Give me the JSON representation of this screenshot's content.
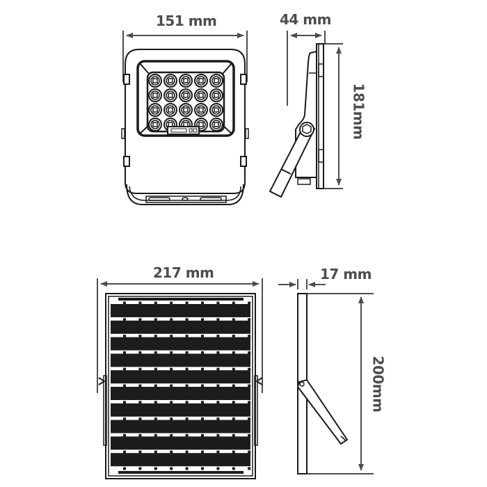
{
  "title": "Solar floodlight dimension drawing",
  "colors": {
    "dimension_line": "#4d4d4d",
    "outline": "#1a1a1a",
    "solar_cell": "#1c1c1c",
    "background": "#ffffff"
  },
  "floodlight": {
    "front_view": {
      "width_label": "151 mm",
      "led_grid": {
        "rows": 4,
        "cols": 5
      }
    },
    "side_view": {
      "depth_label": "44 mm",
      "height_label": "181mm"
    }
  },
  "solar_panel": {
    "front_view": {
      "width_label": "217 mm",
      "cell_rows": 10,
      "cell_cols": 8
    },
    "side_view": {
      "thickness_label": "17 mm",
      "height_label": "200mm"
    }
  }
}
